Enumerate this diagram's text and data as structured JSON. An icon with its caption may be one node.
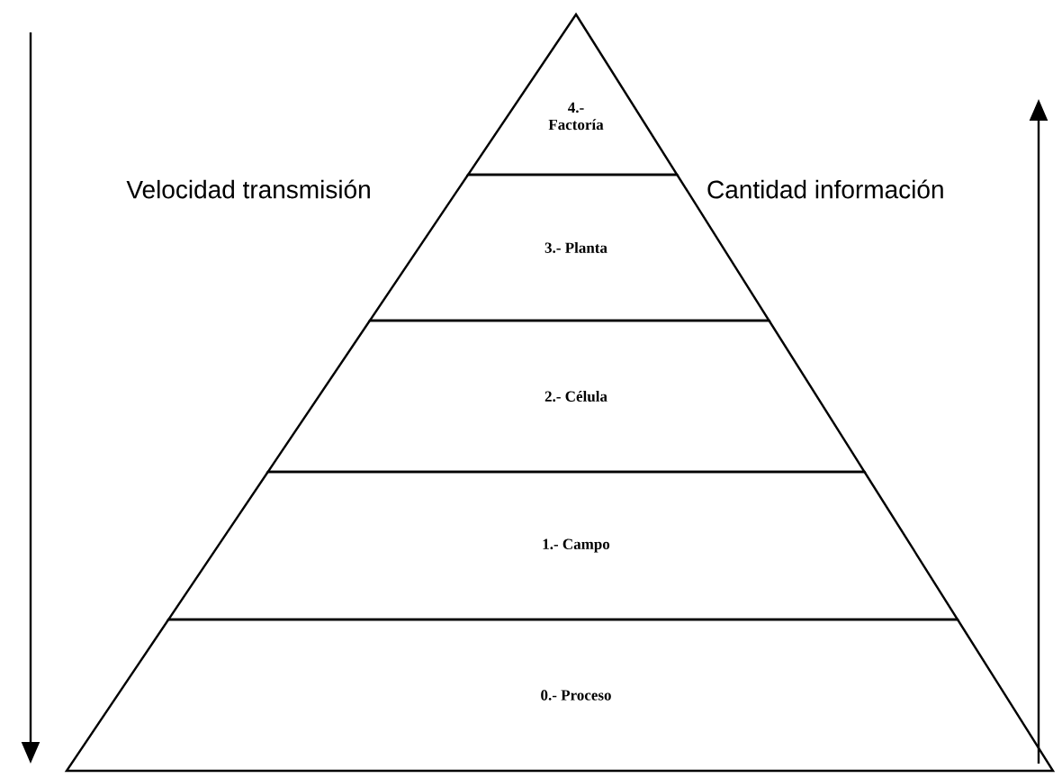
{
  "diagram": {
    "nodes": [
      {
        "text": [
          "4.- Factoría"
        ]
      },
      {
        "text": [
          "3.- Planta"
        ]
      },
      {
        "text": [
          "2.- Célula"
        ]
      },
      {
        "text": [
          "1.- Campo"
        ]
      },
      {
        "text": [
          "0.- Proceso"
        ]
      }
    ],
    "labels": [
      "Velocidad transmisión",
      "Cantidad información"
    ]
  }
}
